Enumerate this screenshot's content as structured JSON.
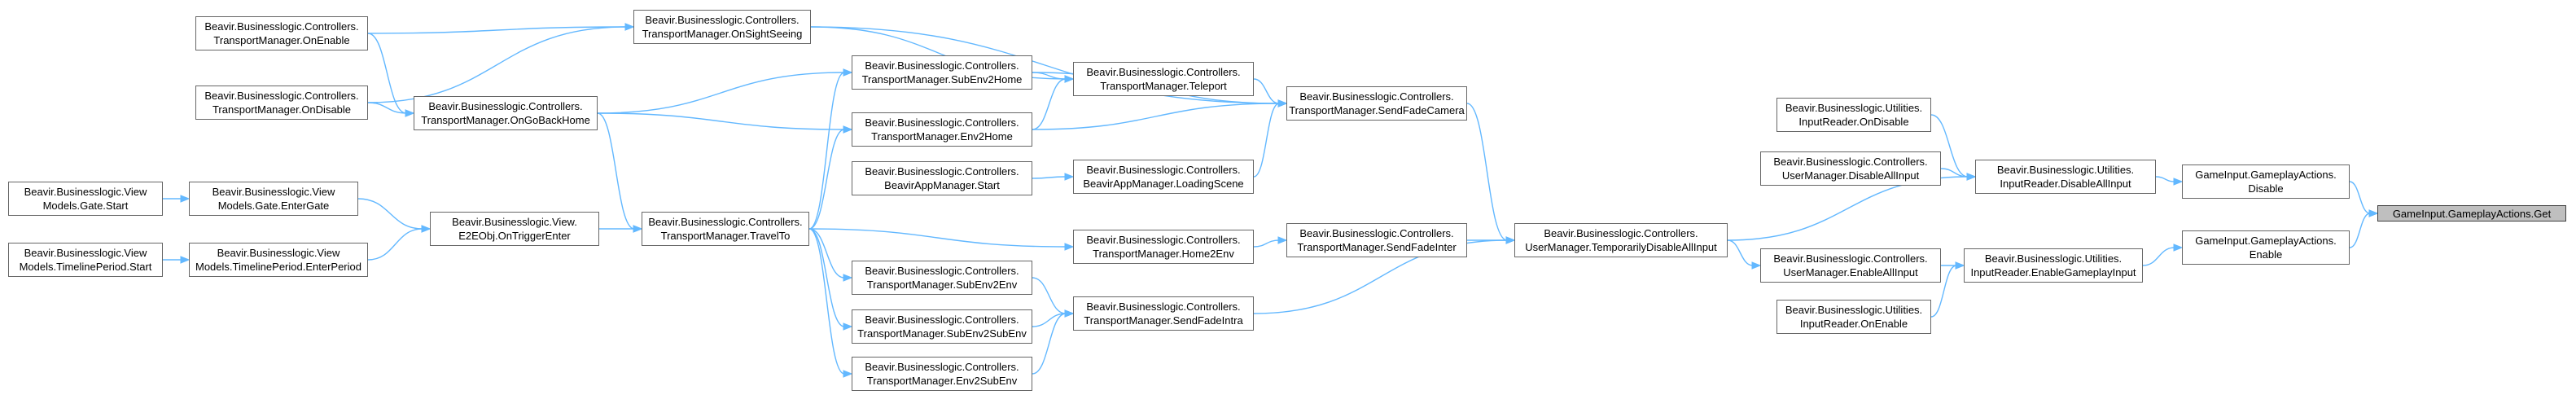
{
  "graph": {
    "edge_color": "#63b8ff",
    "root_fill": "#bfbfbf",
    "nodes": [
      {
        "id": "n1",
        "line1": "Beavir.Businesslogic.Controllers.",
        "line2": "TransportManager.OnEnable"
      },
      {
        "id": "n2",
        "line1": "Beavir.Businesslogic.Controllers.",
        "line2": "TransportManager.OnDisable"
      },
      {
        "id": "n3",
        "line1": "Beavir.Businesslogic.View",
        "line2": "Models.Gate.Start"
      },
      {
        "id": "n4",
        "line1": "Beavir.Businesslogic.View",
        "line2": "Models.TimelinePeriod.Start"
      },
      {
        "id": "n5",
        "line1": "Beavir.Businesslogic.View",
        "line2": "Models.Gate.EnterGate"
      },
      {
        "id": "n6",
        "line1": "Beavir.Businesslogic.View",
        "line2": "Models.TimelinePeriod.EnterPeriod"
      },
      {
        "id": "n7",
        "line1": "Beavir.Businesslogic.Controllers.",
        "line2": "TransportManager.OnSightSeeing"
      },
      {
        "id": "n8",
        "line1": "Beavir.Businesslogic.Controllers.",
        "line2": "TransportManager.OnGoBackHome"
      },
      {
        "id": "n9",
        "line1": "Beavir.Businesslogic.View.",
        "line2": "E2EObj.OnTriggerEnter"
      },
      {
        "id": "n10",
        "line1": "Beavir.Businesslogic.Controllers.",
        "line2": "TransportManager.TravelTo"
      },
      {
        "id": "n11",
        "line1": "Beavir.Businesslogic.Controllers.",
        "line2": "TransportManager.SubEnv2Home"
      },
      {
        "id": "n12",
        "line1": "Beavir.Businesslogic.Controllers.",
        "line2": "TransportManager.Env2Home"
      },
      {
        "id": "n13",
        "line1": "Beavir.Businesslogic.Controllers.",
        "line2": "BeavirAppManager.Start"
      },
      {
        "id": "n14",
        "line1": "Beavir.Businesslogic.Controllers.",
        "line2": "TransportManager.SubEnv2Env"
      },
      {
        "id": "n15",
        "line1": "Beavir.Businesslogic.Controllers.",
        "line2": "TransportManager.SubEnv2SubEnv"
      },
      {
        "id": "n16",
        "line1": "Beavir.Businesslogic.Controllers.",
        "line2": "TransportManager.Env2SubEnv"
      },
      {
        "id": "n17",
        "line1": "Beavir.Businesslogic.Controllers.",
        "line2": "TransportManager.Teleport"
      },
      {
        "id": "n18",
        "line1": "Beavir.Businesslogic.Controllers.",
        "line2": "BeavirAppManager.LoadingScene"
      },
      {
        "id": "n19",
        "line1": "Beavir.Businesslogic.Controllers.",
        "line2": "TransportManager.Home2Env"
      },
      {
        "id": "n20",
        "line1": "Beavir.Businesslogic.Controllers.",
        "line2": "TransportManager.SendFadeIntra"
      },
      {
        "id": "n21",
        "line1": "Beavir.Businesslogic.Controllers.",
        "line2": "TransportManager.SendFadeCamera"
      },
      {
        "id": "n22",
        "line1": "Beavir.Businesslogic.Controllers.",
        "line2": "TransportManager.SendFadeInter"
      },
      {
        "id": "n23",
        "line1": "Beavir.Businesslogic.Controllers.",
        "line2": "UserManager.TemporarilyDisableAllInput"
      },
      {
        "id": "n24",
        "line1": "Beavir.Businesslogic.Utilities.",
        "line2": "InputReader.OnDisable"
      },
      {
        "id": "n25",
        "line1": "Beavir.Businesslogic.Controllers.",
        "line2": "UserManager.DisableAllInput"
      },
      {
        "id": "n26",
        "line1": "Beavir.Businesslogic.Controllers.",
        "line2": "UserManager.EnableAllInput"
      },
      {
        "id": "n27",
        "line1": "Beavir.Businesslogic.Utilities.",
        "line2": "InputReader.OnEnable"
      },
      {
        "id": "n28",
        "line1": "Beavir.Businesslogic.Utilities.",
        "line2": "InputReader.DisableAllInput"
      },
      {
        "id": "n29",
        "line1": "Beavir.Businesslogic.Utilities.",
        "line2": "InputReader.EnableGameplayInput"
      },
      {
        "id": "n30",
        "line1": "GameInput.GameplayActions.",
        "line2": "Disable"
      },
      {
        "id": "n31",
        "line1": "GameInput.GameplayActions.",
        "line2": "Enable"
      },
      {
        "id": "n32",
        "line1": "GameInput.GameplayActions.Get",
        "line2": ""
      }
    ],
    "edges": [
      [
        "n1",
        "n7"
      ],
      [
        "n1",
        "n8"
      ],
      [
        "n2",
        "n7"
      ],
      [
        "n2",
        "n8"
      ],
      [
        "n3",
        "n5"
      ],
      [
        "n4",
        "n6"
      ],
      [
        "n5",
        "n9"
      ],
      [
        "n6",
        "n9"
      ],
      [
        "n7",
        "n17"
      ],
      [
        "n7",
        "n21"
      ],
      [
        "n8",
        "n10"
      ],
      [
        "n8",
        "n11"
      ],
      [
        "n8",
        "n12"
      ],
      [
        "n9",
        "n10"
      ],
      [
        "n10",
        "n11"
      ],
      [
        "n10",
        "n12"
      ],
      [
        "n10",
        "n14"
      ],
      [
        "n10",
        "n15"
      ],
      [
        "n10",
        "n16"
      ],
      [
        "n10",
        "n19"
      ],
      [
        "n11",
        "n17"
      ],
      [
        "n11",
        "n21"
      ],
      [
        "n12",
        "n17"
      ],
      [
        "n12",
        "n21"
      ],
      [
        "n13",
        "n18"
      ],
      [
        "n14",
        "n20"
      ],
      [
        "n15",
        "n20"
      ],
      [
        "n16",
        "n20"
      ],
      [
        "n17",
        "n21"
      ],
      [
        "n18",
        "n21"
      ],
      [
        "n19",
        "n22"
      ],
      [
        "n20",
        "n23"
      ],
      [
        "n21",
        "n23"
      ],
      [
        "n22",
        "n23"
      ],
      [
        "n23",
        "n28"
      ],
      [
        "n23",
        "n26"
      ],
      [
        "n24",
        "n28"
      ],
      [
        "n25",
        "n28"
      ],
      [
        "n26",
        "n29"
      ],
      [
        "n27",
        "n29"
      ],
      [
        "n28",
        "n30"
      ],
      [
        "n29",
        "n31"
      ],
      [
        "n30",
        "n32"
      ],
      [
        "n31",
        "n32"
      ]
    ]
  }
}
